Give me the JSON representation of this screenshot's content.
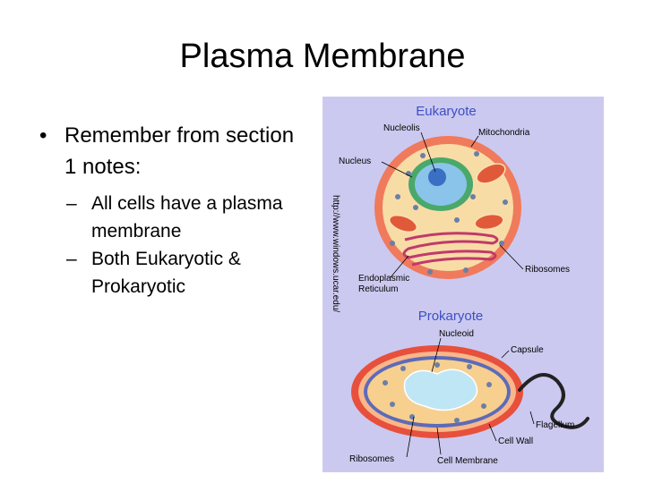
{
  "slide": {
    "title": "Plasma Membrane",
    "bullets": [
      {
        "text": "Remember from section 1 notes:",
        "subitems": [
          "All cells have a plasma membrane",
          "Both Eukaryotic & Prokaryotic"
        ]
      }
    ]
  },
  "figure": {
    "eukaryote_title": "Eukaryote",
    "prokaryote_title": "Prokaryote",
    "source_url": "http://www.windows.ucar.edu/",
    "eukaryote_labels": {
      "nucleolis": "Nucleolis",
      "mitochondria": "Mitochondria",
      "nucleus": "Nucleus",
      "ribosomes": "Ribosomes",
      "er_line1": "Endoplasmic",
      "er_line2": "Reticulum"
    },
    "prokaryote_labels": {
      "nucleoid": "Nucleoid",
      "capsule": "Capsule",
      "flagellum": "Flagellum",
      "cell_wall": "Cell Wall",
      "ribosomes": "Ribosomes",
      "cell_membrane": "Cell Membrane"
    }
  }
}
